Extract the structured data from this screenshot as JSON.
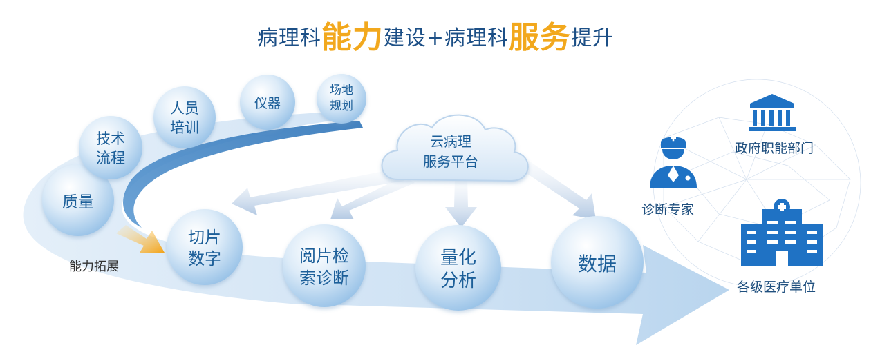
{
  "title": {
    "part1": "病理科",
    "highlight1": "能力",
    "part2": "建设+病理科",
    "highlight2": "服务",
    "part3": "提升"
  },
  "capability_balls": [
    {
      "line1": "质量",
      "line2": ""
    },
    {
      "line1": "技术",
      "line2": "流程"
    },
    {
      "line1": "人员",
      "line2": "培训"
    },
    {
      "line1": "仪器",
      "line2": ""
    },
    {
      "line1": "场地",
      "line2": "规划"
    }
  ],
  "expand_label": "能力拓展",
  "cloud": {
    "line1": "云病理",
    "line2": "服务平台"
  },
  "service_balls": [
    {
      "line1": "切片",
      "line2": "数字"
    },
    {
      "line1": "阅片检",
      "line2": "索诊断"
    },
    {
      "line1": "量化",
      "line2": "分析"
    },
    {
      "line1": "数据",
      "line2": ""
    }
  ],
  "right_labels": {
    "government": "政府职能部门",
    "expert": "诊断专家",
    "hospital": "各级医疗单位"
  },
  "icons": [
    "government-building-icon",
    "doctor-icon",
    "hospital-icon",
    "arrow-icon"
  ],
  "colors": {
    "title_blue": "#1c4f86",
    "highlight_orange": "#f2a81d",
    "icon_blue": "#1f72c4",
    "band_blue": "#3d84c6"
  }
}
